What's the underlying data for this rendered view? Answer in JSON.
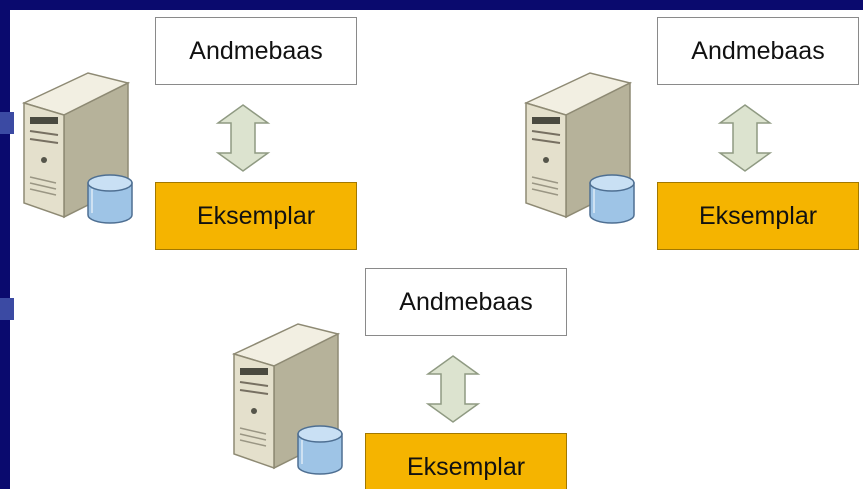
{
  "diagram": {
    "nodes": [
      {
        "database_label": "Andmebaas",
        "instance_label": "Eksemplar"
      },
      {
        "database_label": "Andmebaas",
        "instance_label": "Eksemplar"
      },
      {
        "database_label": "Andmebaas",
        "instance_label": "Eksemplar"
      }
    ]
  },
  "colors": {
    "frame": "#0a0a6e",
    "instance_fill": "#f5b400",
    "arrow_fill": "#dce3cf",
    "cylinder_fill": "#9ec4e6"
  }
}
